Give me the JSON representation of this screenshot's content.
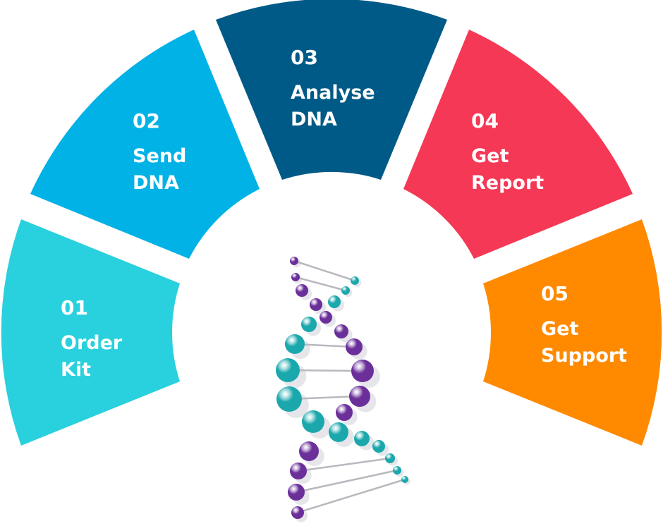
{
  "steps": [
    {
      "number": "01",
      "line1": "Order",
      "line2": "Kit",
      "color": "#29d0dd"
    },
    {
      "number": "02",
      "line1": "Send",
      "line2": "DNA",
      "color": "#00b2e6"
    },
    {
      "number": "03",
      "line1": "Analyse",
      "line2": "DNA",
      "color": "#005a87"
    },
    {
      "number": "04",
      "line1": "Get",
      "line2": "Report",
      "color": "#f53855"
    },
    {
      "number": "05",
      "line1": "Get",
      "line2": "Support",
      "color": "#ff8a00"
    }
  ],
  "helix_colors": {
    "teal": "#1aa8ad",
    "purple": "#6b2f9a",
    "rung": "#b8b8be",
    "shadow": "#e6e6ea"
  }
}
